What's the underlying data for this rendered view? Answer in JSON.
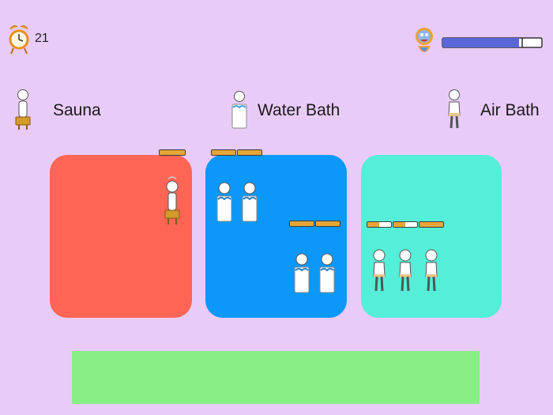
{
  "hud": {
    "timer_value": "21",
    "timer_icon": "alarm-clock-icon",
    "boss_icon": "blue-demon-icon",
    "water_meter_level": 0.77,
    "water_meter_color": "#5a67d8"
  },
  "legend": {
    "sauna_label": "Sauna",
    "water_label": "Water Bath",
    "air_label": "Air Bath"
  },
  "zones": {
    "sauna": {
      "color": "#ff6555",
      "occupants": 1,
      "progress": [
        1.0
      ]
    },
    "water_bath": {
      "color": "#0b98f9",
      "occupants": 4,
      "progress": [
        1.0,
        1.0,
        1.0,
        1.0
      ]
    },
    "air_bath": {
      "color": "#54eed9",
      "occupants": 3,
      "progress": [
        0.5,
        0.5,
        1.0
      ]
    }
  },
  "drop_area": {
    "color": "#88ef86"
  }
}
